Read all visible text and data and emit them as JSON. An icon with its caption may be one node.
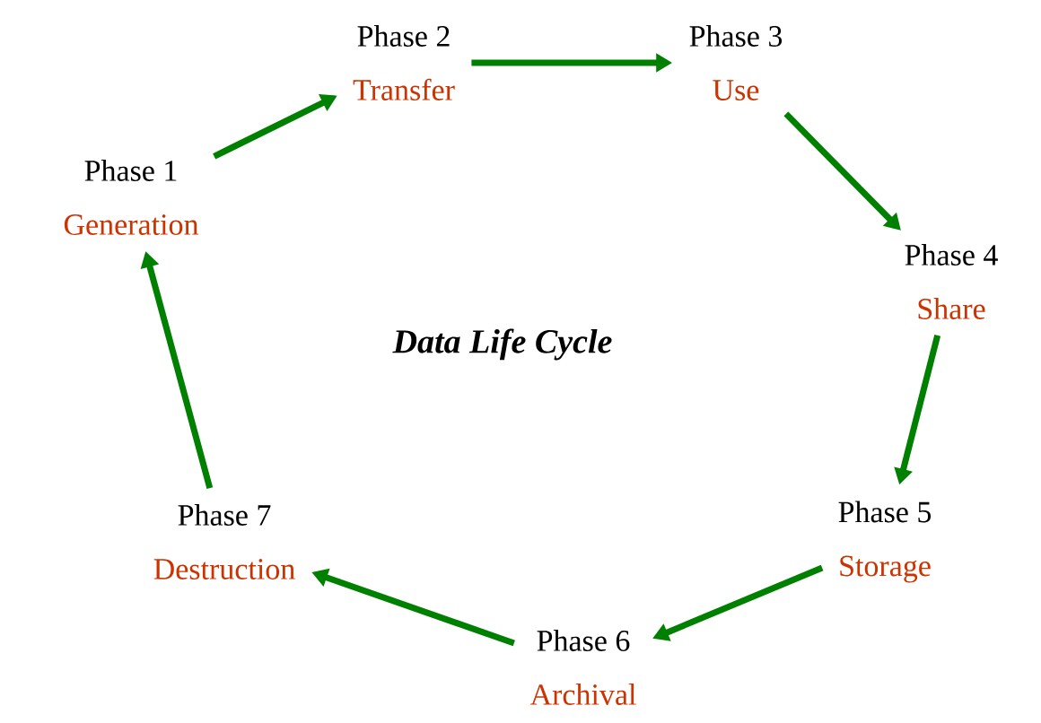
{
  "diagram": {
    "title": "Data Life Cycle",
    "nodes": [
      {
        "text": [
          "Phase 1",
          "Generation"
        ]
      },
      {
        "text": [
          "Phase 2",
          "Transfer"
        ]
      },
      {
        "text": [
          "Phase 3",
          "Use"
        ]
      },
      {
        "text": [
          "Phase 4",
          "Share"
        ]
      },
      {
        "text": [
          "Phase 5",
          "Storage"
        ]
      },
      {
        "text": [
          "Phase 6",
          "Archival"
        ]
      },
      {
        "text": [
          "Phase 7",
          "Destruction"
        ]
      }
    ],
    "edges": [
      {
        "from": 0,
        "to": 1,
        "arrow": "to"
      },
      {
        "from": 1,
        "to": 2,
        "arrow": "to"
      },
      {
        "from": 2,
        "to": 3,
        "arrow": "to"
      },
      {
        "from": 3,
        "to": 4,
        "arrow": "to"
      },
      {
        "from": 4,
        "to": 5,
        "arrow": "to"
      },
      {
        "from": 5,
        "to": 6,
        "arrow": "to"
      },
      {
        "from": 6,
        "to": 0,
        "arrow": "to"
      }
    ]
  }
}
